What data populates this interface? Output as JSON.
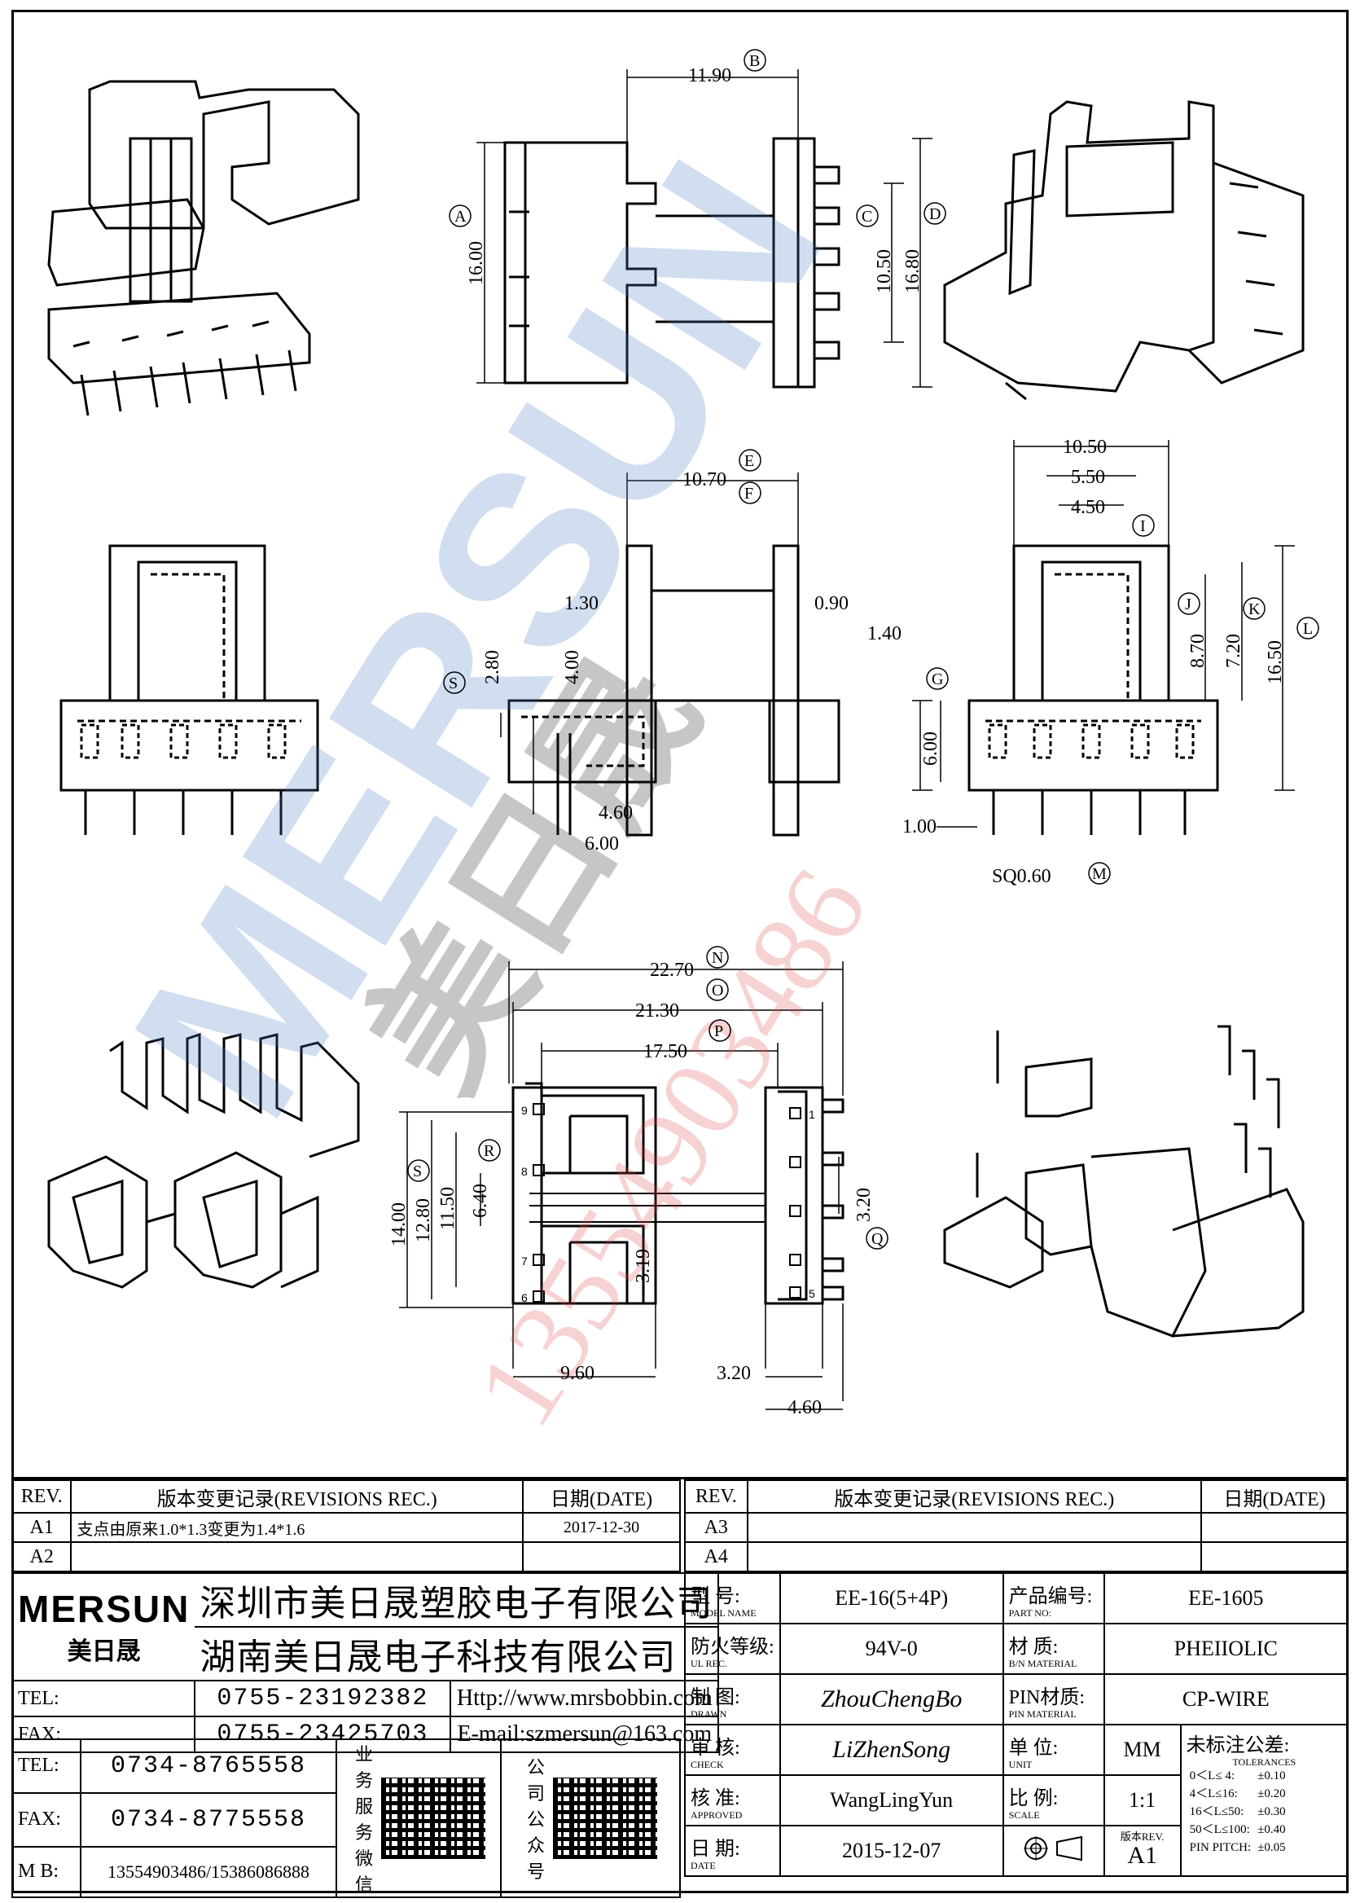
{
  "dimensions": {
    "d1": "11.90",
    "d2": "16.00",
    "d3": "10.50",
    "d4": "16.80",
    "d5": "10.70",
    "d6": "1.30",
    "d7": "0.90",
    "d8": "1.40",
    "d9": "2.80",
    "d10": "4.00",
    "d11": "4.60",
    "d12": "6.00",
    "d13": "10.50",
    "d14": "5.50",
    "d15": "4.50",
    "d16": "7.20",
    "d17": "8.70",
    "d18": "16.50",
    "d19": "6.00",
    "d20": "1.00",
    "d21": "SQ0.60",
    "d22": "22.70",
    "d23": "21.30",
    "d24": "17.50",
    "d25": "14.00",
    "d26": "12.80",
    "d27": "11.50",
    "d28": "6.40",
    "d29": "3.19",
    "d30": "3.20",
    "d31": "9.60",
    "d32": "3.20",
    "d33": "4.60"
  },
  "markers": {
    "A": "A",
    "B": "B",
    "C": "C",
    "D": "D",
    "E": "E",
    "F": "F",
    "G": "G",
    "I": "I",
    "J": "J",
    "K": "K",
    "L": "L",
    "M": "M",
    "N": "N",
    "O": "O",
    "P": "P",
    "Q": "Q",
    "R": "R",
    "S": "S"
  },
  "pin_numbers": [
    "1",
    "5",
    "6",
    "7",
    "8",
    "9"
  ],
  "watermark": {
    "brand": "MERSUN",
    "cn": "美日晟",
    "phone": "13554903486"
  },
  "revisions_left": {
    "h_rev": "REV.",
    "h_rec": "版本变更记录(REVISIONS REC.)",
    "h_date": "日期(DATE)",
    "rows": [
      {
        "rev": "A1",
        "rec": "支点由原来1.0*1.3变更为1.4*1.6",
        "date": "2017-12-30"
      },
      {
        "rev": "A2",
        "rec": "",
        "date": ""
      }
    ]
  },
  "revisions_right": {
    "h_rev": "REV.",
    "h_rec": "版本变更记录(REVISIONS REC.)",
    "h_date": "日期(DATE)",
    "rows": [
      {
        "rev": "A3",
        "rec": "",
        "date": ""
      },
      {
        "rev": "A4",
        "rec": "",
        "date": ""
      }
    ]
  },
  "company": {
    "logo": "MERSUN",
    "logo_cn": "美日晟",
    "name1": "深圳市美日晟塑胶电子有限公司",
    "name2": "湖南美日晟电子科技有限公司",
    "tel1_label": "TEL:",
    "tel1": "0755-23192382",
    "web": "Http://www.mrsbobbin.com",
    "fax1_label": "FAX:",
    "fax1": "0755-23425703",
    "email": "E-mail:szmersun@163.com",
    "tel2_label": "TEL:",
    "tel2": "0734-8765558",
    "fax2_label": "FAX:",
    "fax2": "0734-8775558",
    "mb_label": "M B:",
    "mb": "13554903486/15386086888",
    "qr1_label": "业务服务微信",
    "qr2_label": "公司公众号"
  },
  "spec": {
    "model_cn": "型 号:",
    "model_en": "MODEL NAME",
    "model": "EE-16(5+4P)",
    "part_cn": "产品编号:",
    "part_en": "PART NO:",
    "part": "EE-1605",
    "ul_cn": "防火等级:",
    "ul_en": "UL REC.",
    "ul": "94V-0",
    "mat_cn": "材 质:",
    "mat_en": "B/N MATERIAL",
    "mat": "PHEIIOLIC",
    "drawn_cn": "制 图:",
    "drawn_en": "DRAWN",
    "drawn": "ZhouChengBo",
    "pinmat_cn": "PIN材质:",
    "pinmat_en": "PIN MATERIAL",
    "pinmat": "CP-WIRE",
    "check_cn": "审 核:",
    "check_en": "CHECK",
    "check": "LiZhenSong",
    "unit_cn": "单 位:",
    "unit_en": "UNIT",
    "unit": "MM",
    "tol_cn": "未标注公差:",
    "tol_en": "TOLERANCES",
    "approved_cn": "核 准:",
    "approved_en": "APPROVED",
    "approved": "WangLingYun",
    "scale_cn": "比 例:",
    "scale_en": "SCALE",
    "scale": "1:1",
    "date_cn": "日 期:",
    "date_en": "DATE",
    "date": "2015-12-07",
    "rev_cn": "版本REV.",
    "rev": "A1",
    "tolerances": [
      {
        "range": "0＜L≤ 4:",
        "tol": "±0.10"
      },
      {
        "range": "4＜L≤16:",
        "tol": "±0.20"
      },
      {
        "range": "16＜L≤50:",
        "tol": "±0.30"
      },
      {
        "range": "50＜L≤100:",
        "tol": "±0.40"
      },
      {
        "range": "PIN PITCH:",
        "tol": "±0.05"
      }
    ]
  }
}
